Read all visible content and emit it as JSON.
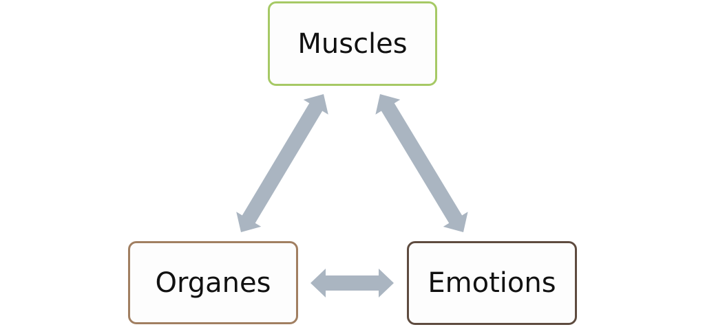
{
  "diagram": {
    "nodes": [
      {
        "id": "muscles",
        "label": "Muscles",
        "border_color": "#a6c965"
      },
      {
        "id": "organes",
        "label": "Organes",
        "border_color": "#a17f61"
      },
      {
        "id": "emotions",
        "label": "Emotions",
        "border_color": "#5e4b3f"
      }
    ],
    "edges": [
      {
        "from": "muscles",
        "to": "organes",
        "type": "bidirectional"
      },
      {
        "from": "muscles",
        "to": "emotions",
        "type": "bidirectional"
      },
      {
        "from": "organes",
        "to": "emotions",
        "type": "bidirectional"
      }
    ],
    "arrow_color": "#aab5c1"
  }
}
